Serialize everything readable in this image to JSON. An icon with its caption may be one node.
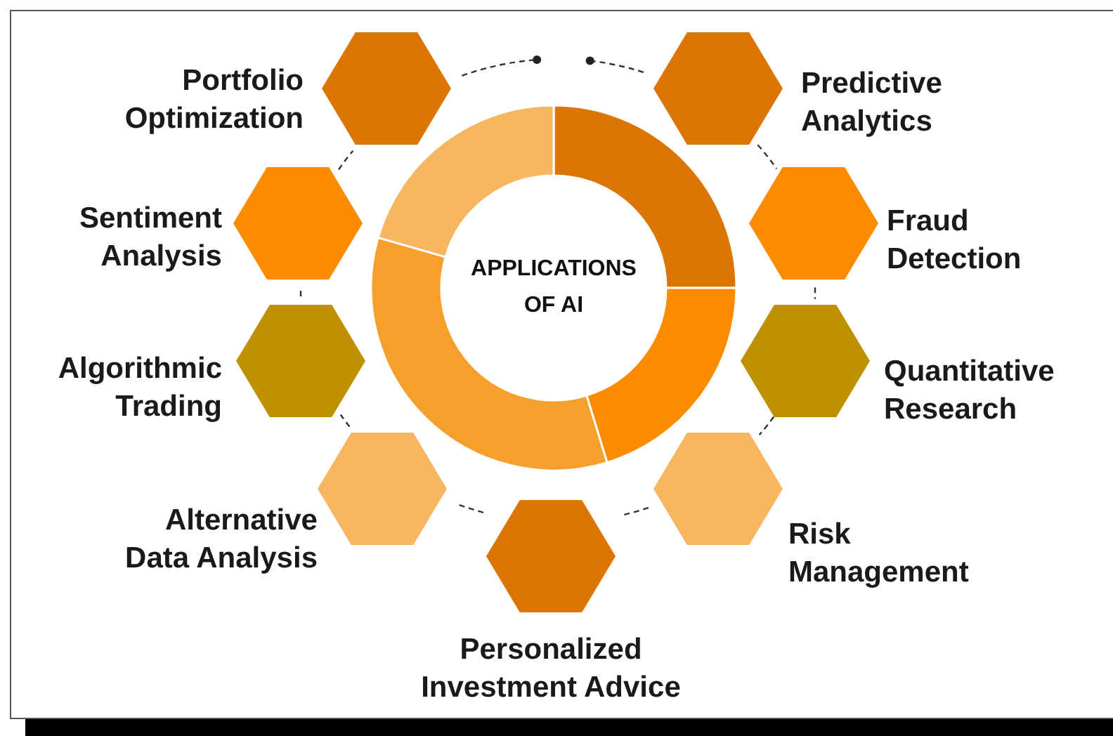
{
  "diagram": {
    "nodes": [
      {
        "text": [],
        "shape": "hexagon",
        "beside": [
          "Portfolio Optimization"
        ]
      },
      {
        "text": [],
        "shape": "hexagon",
        "beside": [
          "Predictive Analytics"
        ]
      },
      {
        "text": [],
        "shape": "hexagon",
        "beside": [
          "Sentiment Analysis"
        ]
      },
      {
        "text": [],
        "shape": "hexagon",
        "beside": [
          "Fraud Detection"
        ]
      },
      {
        "text": [
          "APPLICATIONS OF AI"
        ]
      },
      {
        "text": [],
        "shape": "hexagon",
        "beside": [
          "Algorithmic Trading"
        ]
      },
      {
        "text": [],
        "shape": "hexagon",
        "beside": [
          "Quantitative Research"
        ]
      },
      {
        "text": [],
        "shape": "hexagon",
        "beside": [
          "Alternative Data Analysis"
        ]
      },
      {
        "text": [],
        "shape": "hexagon",
        "beside": [
          "Risk Management"
        ]
      },
      {
        "text": [],
        "shape": "hexagon",
        "beside": [
          "Personalized Investment Advice"
        ]
      }
    ],
    "edges": [
      {
        "from": 1,
        "to": 3,
        "arrow": "none",
        "style": "dashed"
      },
      {
        "from": 3,
        "to": 6,
        "arrow": "none",
        "style": "dashed"
      },
      {
        "from": 6,
        "to": 8,
        "arrow": "none",
        "style": "dashed"
      },
      {
        "from": 8,
        "to": 9,
        "arrow": "none",
        "style": "dashed"
      },
      {
        "from": 9,
        "to": 7,
        "arrow": "none",
        "style": "dashed"
      },
      {
        "from": 7,
        "to": 5,
        "arrow": "none",
        "style": "dashed"
      },
      {
        "from": 5,
        "to": 2,
        "arrow": "none",
        "style": "dashed"
      },
      {
        "from": 2,
        "to": 0,
        "arrow": "none",
        "style": "dashed"
      },
      {
        "from": 0,
        "to": null,
        "arrow": "other",
        "style": "dashed"
      },
      {
        "from": null,
        "to": 1,
        "arrow": "other",
        "style": "dashed"
      }
    ]
  }
}
